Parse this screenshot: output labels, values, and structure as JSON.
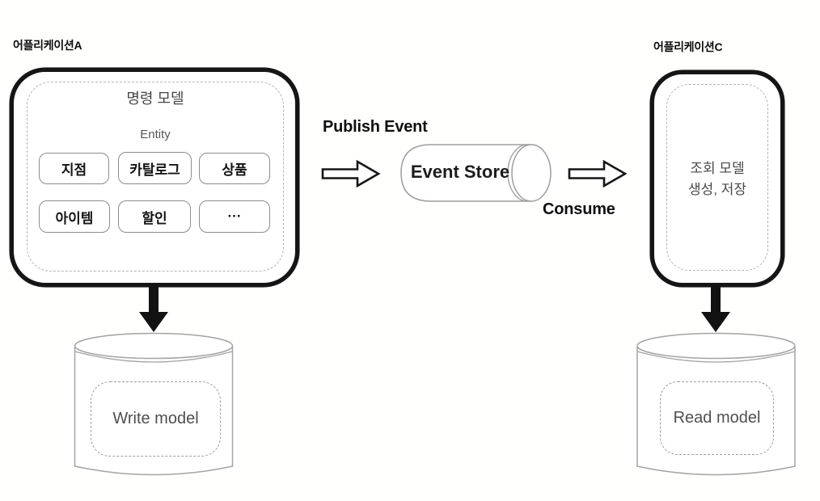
{
  "app_a": {
    "label": "어플리케이션A",
    "model_title": "명령 모델",
    "entity_title": "Entity",
    "entities": [
      "지점",
      "카탈로그",
      "상품",
      "아이템",
      "할인",
      "···"
    ]
  },
  "flow": {
    "publish_label": "Publish Event",
    "event_store_label": "Event Store",
    "consume_label": "Consume"
  },
  "app_c": {
    "label": "어플리케이션C",
    "line1": "조회 모델",
    "line2": "생성, 저장"
  },
  "write_db": {
    "label": "Write model"
  },
  "read_db": {
    "label": "Read model"
  },
  "colors": {
    "ink": "#151515",
    "shape_stroke": "#a3a3a3",
    "dash_gray": "#b4b4b4",
    "text_gray": "#4f4f4f",
    "background": "#ffffff"
  }
}
